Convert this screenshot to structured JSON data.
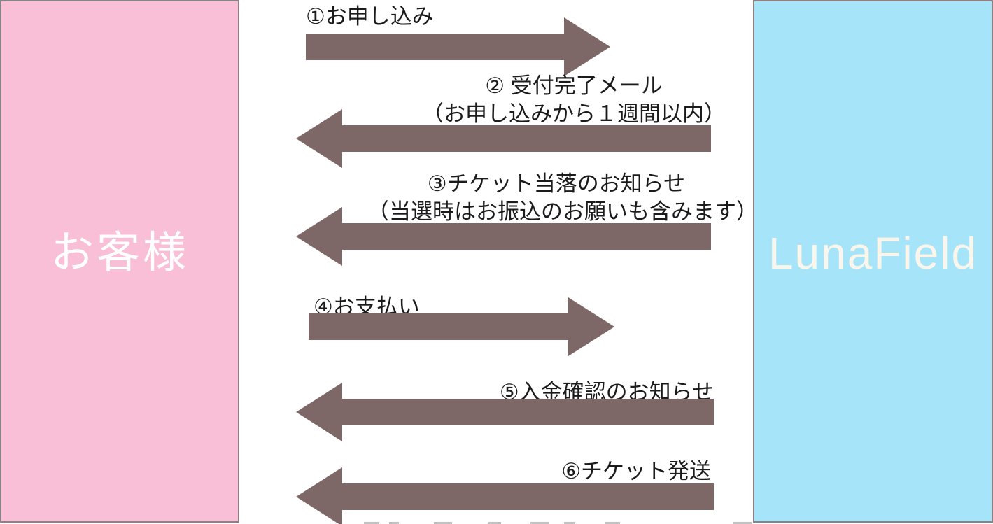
{
  "actors": {
    "customer": {
      "label": "お客様",
      "bg_color": "#F8BFD7",
      "text_color": "#FFFFFF"
    },
    "company": {
      "label": "LunaField",
      "bg_color": "#A6E4FA",
      "text_color": "#FAF6EB"
    }
  },
  "arrow_color": "#7E6767",
  "border_color": "#8C8286",
  "steps": [
    {
      "label": "①お申し込み",
      "direction": "right"
    },
    {
      "label": "② 受付完了メール",
      "sublabel": "（お申し込みから１週間以内）",
      "direction": "left"
    },
    {
      "label": "③チケット当落のお知らせ",
      "sublabel": "（当選時はお振込のお願いも含みます）",
      "direction": "left"
    },
    {
      "label": "④お支払い",
      "direction": "right"
    },
    {
      "label": "⑤入金確認のお知らせ",
      "direction": "left"
    },
    {
      "label": "⑥チケット発送",
      "direction": "left"
    }
  ]
}
